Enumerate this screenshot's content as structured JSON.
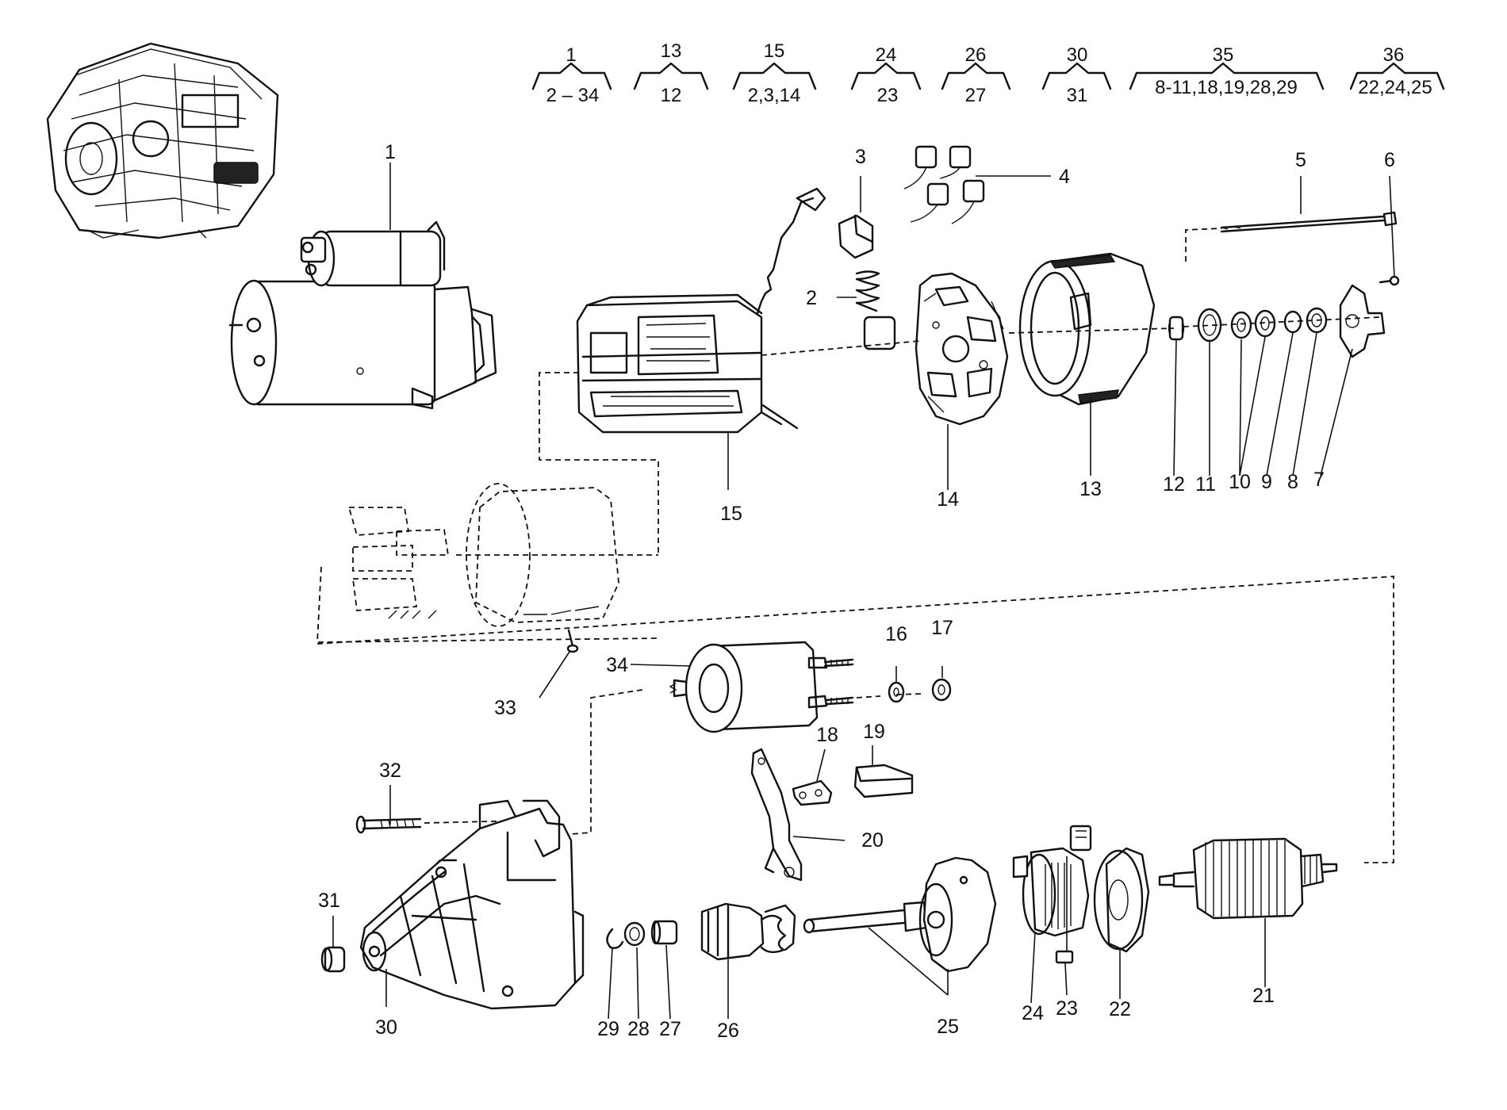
{
  "groups": [
    {
      "top": "1",
      "bottom": "2 – 34"
    },
    {
      "top": "13",
      "bottom": "12"
    },
    {
      "top": "15",
      "bottom": "2,3,14"
    },
    {
      "top": "24",
      "bottom": "23"
    },
    {
      "top": "26",
      "bottom": "27"
    },
    {
      "top": "30",
      "bottom": "31"
    },
    {
      "top": "35",
      "bottom": "8-11,18,19,28,29"
    },
    {
      "top": "36",
      "bottom": "22,24,25"
    }
  ],
  "callouts": [
    "1",
    "2",
    "3",
    "4",
    "5",
    "6",
    "7",
    "8",
    "9",
    "10",
    "11",
    "12",
    "13",
    "14",
    "15",
    "16",
    "17",
    "18",
    "19",
    "20",
    "21",
    "22",
    "23",
    "24",
    "25",
    "26",
    "27",
    "28",
    "29",
    "30",
    "31",
    "32",
    "33",
    "34"
  ],
  "parts": {
    "engine": "engine-thumbnail",
    "starter": "starter-motor-assembly",
    "field_housing": "field-winding-housing",
    "brush_holder": "brush-holder",
    "end_cap": "commutator-end-bearing-cap",
    "solenoid": "solenoid-switch",
    "drive_housing": "drive-end-housing",
    "armature": "armature"
  }
}
